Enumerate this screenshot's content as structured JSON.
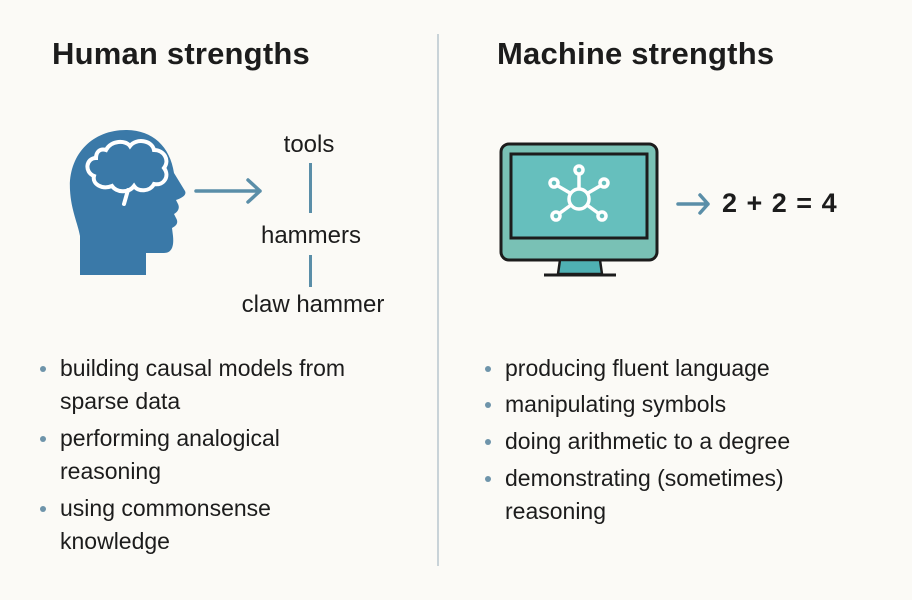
{
  "human": {
    "title": "Human strengths",
    "taxonomy": [
      "tools",
      "hammers",
      "claw hammer"
    ],
    "bullets": [
      "building causal models from sparse data",
      "performing analogical reasoning",
      "using commonsense knowledge"
    ]
  },
  "machine": {
    "title": "Machine strengths",
    "equation": "2 + 2 = 4",
    "bullets": [
      "producing fluent language",
      "manipulating symbols",
      "doing arithmetic to a degree",
      "demonstrating (sometimes) reasoning"
    ]
  },
  "colors": {
    "head": "#3a79a8",
    "arrow": "#5a8ea8",
    "screen": "#66bfbd",
    "monitor": "#79c1b5"
  }
}
